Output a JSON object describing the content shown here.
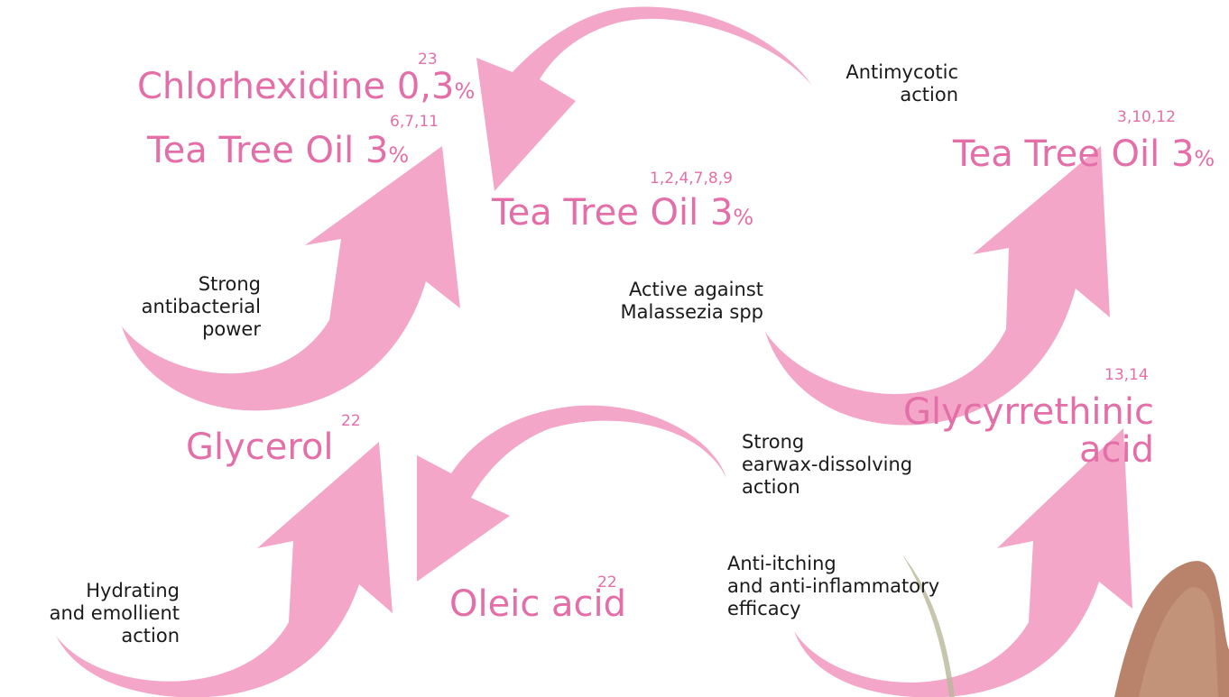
{
  "colors": {
    "arrow": "#f3a6c8",
    "ingredient": "#e46fa8",
    "text": "#1a1a1a"
  },
  "ingredients": {
    "chlorhexidine": {
      "name": "Chlorhexidine 0,3",
      "unit": "%",
      "refs": "23"
    },
    "tto_left": {
      "name": "Tea Tree Oil  3",
      "unit": "%",
      "refs": "6,7,11"
    },
    "tto_center": {
      "name": "Tea Tree Oil 3",
      "unit": "%",
      "refs": "1,2,4,7,8,9"
    },
    "tto_right": {
      "name": "Tea Tree Oil 3",
      "unit": "%",
      "refs": "3,10,12"
    },
    "glycerol": {
      "name": "Glycerol",
      "refs": "22"
    },
    "oleic": {
      "name": "Oleic acid",
      "refs": "22"
    },
    "glycyrrhethinic": {
      "line1": "Glycyrrethinic",
      "line2": "acid",
      "refs": "13,14"
    }
  },
  "actions": {
    "antimycotic": [
      "Antimycotic",
      "action"
    ],
    "antibacterial": [
      "Strong",
      "antibacterial",
      "power"
    ],
    "malassezia": [
      "Active against",
      "Malassezia spp"
    ],
    "earwax": [
      "Strong",
      "earwax-dissolving",
      "action"
    ],
    "hydrating": [
      "Hydrating",
      "and emollient",
      "action"
    ],
    "antiitching": [
      "Anti-itching",
      "and anti-inflammatory",
      "efficacy"
    ]
  }
}
